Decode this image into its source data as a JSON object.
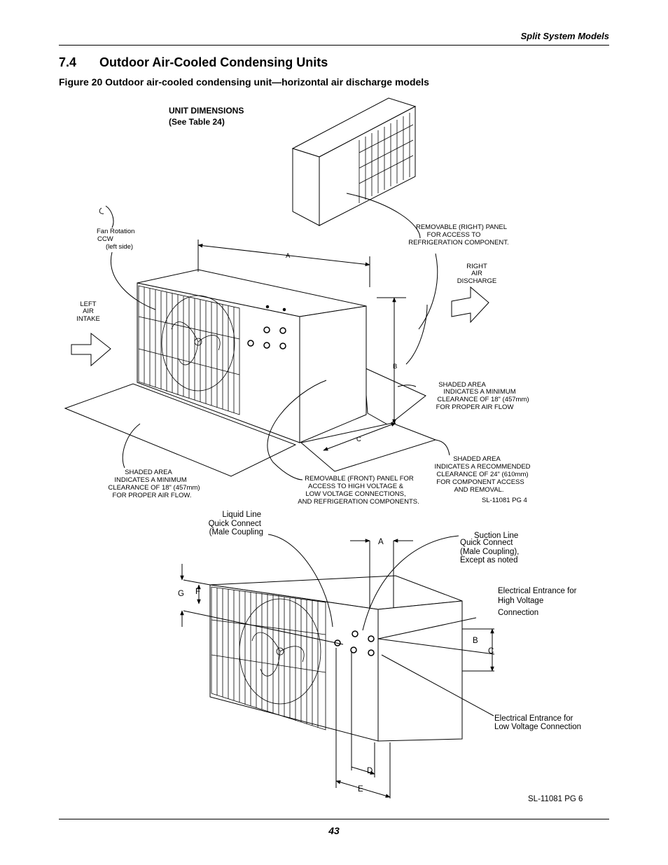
{
  "header": {
    "title": "Split System Models"
  },
  "section": {
    "number": "7.4",
    "title": "Outdoor Air-Cooled Condensing Units"
  },
  "figure": {
    "caption": "Figure 20  Outdoor air-cooled condensing unit—horizontal air discharge models",
    "top": {
      "unit_dimensions": [
        "UNIT DIMENSIONS",
        "(See Table 24)"
      ],
      "fan_rotation": [
        "Fan Rotation",
        "CCW",
        "(left side)"
      ],
      "left_air_intake": [
        "LEFT",
        "AIR",
        "INTAKE"
      ],
      "right_air_discharge": [
        "RIGHT",
        "AIR",
        "DISCHARGE"
      ],
      "removable_right_panel": [
        "REMOVABLE (RIGHT) PANEL",
        "FOR ACCESS TO",
        "REFRIGERATION COMPONENT."
      ],
      "shaded_right": [
        "SHADED AREA",
        "INDICATES A MINIMUM",
        "CLEARANCE OF 18\" (457mm)",
        "FOR PROPER AIR FLOW"
      ],
      "shaded_front": [
        "SHADED AREA",
        "INDICATES A RECOMMENDED",
        "CLEARANCE OF 24\" (610mm)",
        "FOR COMPONENT ACCESS",
        "AND REMOVAL."
      ],
      "shaded_left": [
        "SHADED AREA",
        "INDICATES A MINIMUM",
        "CLEARANCE OF 18\" (457mm)",
        "FOR PROPER AIR FLOW."
      ],
      "removable_front_panel": [
        "REMOVABLE (FRONT) PANEL FOR",
        "ACCESS TO HIGH VOLTAGE &",
        "LOW VOLTAGE CONNECTIONS,",
        "AND REFRIGERATION COMPONENTS."
      ],
      "dim_a": "A",
      "dim_b": "B",
      "dim_c": "C",
      "drawing_id": "SL-11081 PG 4"
    },
    "bottom": {
      "liquid_line": [
        "Liquid Line",
        "Quick Connect",
        "(Male Coupling"
      ],
      "suction_line": [
        "Suction  Line",
        "Quick Connect",
        "(Male Coupling),",
        "Except as noted"
      ],
      "high_voltage": [
        "Electrical Entrance for",
        "High Voltage",
        "Connection"
      ],
      "low_voltage": [
        "Electrical Entrance for",
        "Low Voltage Connection"
      ],
      "dim_a": "A",
      "dim_b": "B",
      "dim_c": "C",
      "dim_d": "D",
      "dim_e": "E",
      "dim_f": "F",
      "dim_g": "G",
      "drawing_id": "SL-11081 PG 6"
    }
  },
  "footer": {
    "page_number": "43"
  }
}
